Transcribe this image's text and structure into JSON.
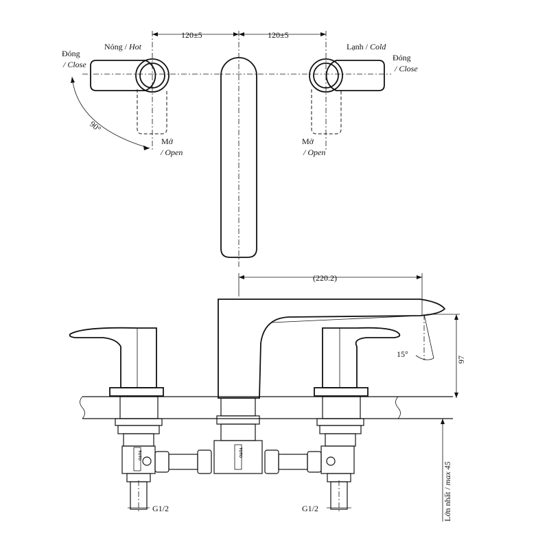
{
  "top_view": {
    "dim_left": "120±5",
    "dim_right": "120±5",
    "hot_label_vi": "Nóng / ",
    "hot_label_en": "Hot",
    "cold_label_vi": "Lạnh / ",
    "cold_label_en": "Cold",
    "close_left_vi": "Đóng",
    "close_left_en": "/ Close",
    "close_right_vi": "Đóng",
    "close_right_en": "/ Close",
    "open_left_vi": "Mở",
    "open_left_en": "/ Open",
    "open_right_vi": "Mở",
    "open_right_en": "/ Open",
    "angle": "90°"
  },
  "side_view": {
    "spout_reach": "(220.2)",
    "spout_height": "97",
    "spout_angle": "15°",
    "max_thickness_vi": "Lớn nhất / ",
    "max_thickness_en": "max 45",
    "thread_left": "G1/2",
    "thread_right": "G1/2",
    "logo_left": "TOTO",
    "logo_center": "TOTO"
  }
}
